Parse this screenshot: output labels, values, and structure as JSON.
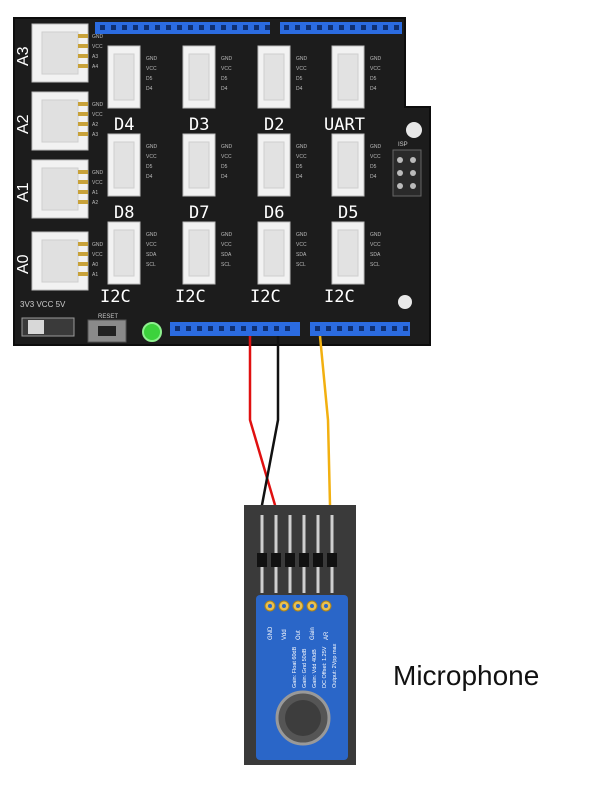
{
  "board": {
    "analog_ports": [
      "A3",
      "A2",
      "A1",
      "A0"
    ],
    "digital_ports_row1": [
      "D4",
      "D3",
      "D2",
      "UART"
    ],
    "digital_ports_row2": [
      "D8",
      "D7",
      "D6",
      "D5"
    ],
    "i2c_ports": [
      "I2C",
      "I2C",
      "I2C",
      "I2C"
    ],
    "pin_labels_digital": [
      "GND",
      "VCC",
      "D5",
      "D4"
    ],
    "pin_labels_i2c": [
      "GND",
      "VCC",
      "SDA",
      "SCL"
    ],
    "switch_label": "3V3  VCC  5V",
    "reset_label": "RESET",
    "isp_label": "ISP"
  },
  "module": {
    "pin_labels": [
      "GND",
      "Vdd",
      "Out",
      "Gain",
      "AR"
    ],
    "spec_lines": [
      "Output: 2Vpp max",
      "DC Offset: 1.25V",
      "Gain: Vdd 40dB",
      "Gain: Gnd  50dB",
      "Gain: Float 60dB"
    ]
  },
  "colors": {
    "board": "#1c1c1c",
    "header_blue": "#2b6be0",
    "wire_red": "#e01010",
    "wire_black": "#111111",
    "wire_yellow": "#f2b010",
    "module_pcb": "#2a66c8",
    "led_green": "#3cd23c"
  },
  "caption": "Microphone"
}
